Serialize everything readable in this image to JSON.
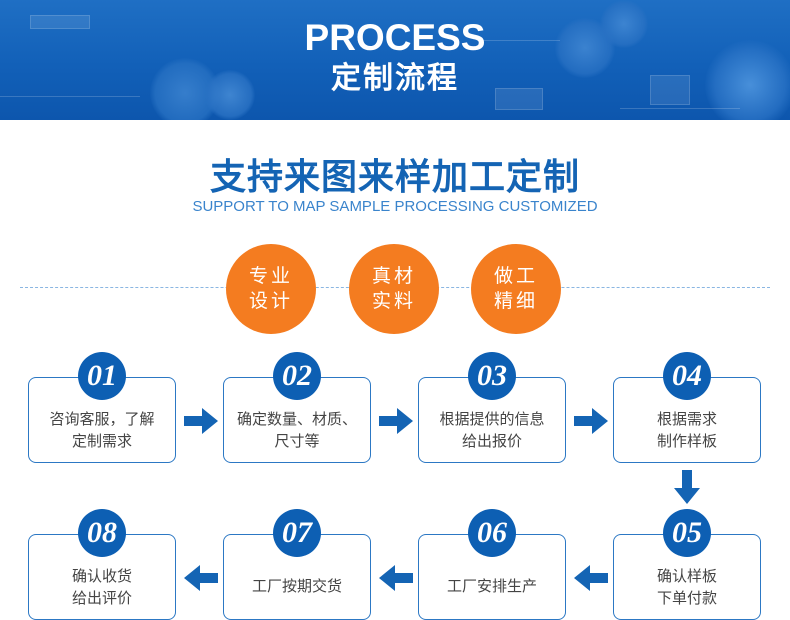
{
  "banner": {
    "title": "PROCESS",
    "subtitle": "定制流程"
  },
  "headline": {
    "title": "支持来图来样加工定制",
    "subtitle": "SUPPORT TO MAP SAMPLE PROCESSING CUSTOMIZED"
  },
  "features": [
    {
      "line1": "专业",
      "line2": "设计"
    },
    {
      "line1": "真材",
      "line2": "实料"
    },
    {
      "line1": "做工",
      "line2": "精细"
    }
  ],
  "steps": [
    {
      "num": "01",
      "line1": "咨询客服，了解",
      "line2": "定制需求"
    },
    {
      "num": "02",
      "line1": "确定数量、材质、",
      "line2": "尺寸等"
    },
    {
      "num": "03",
      "line1": "根据提供的信息",
      "line2": "给出报价"
    },
    {
      "num": "04",
      "line1": "根据需求",
      "line2": "制作样板"
    },
    {
      "num": "05",
      "line1": "确认样板",
      "line2": "下单付款"
    },
    {
      "num": "06",
      "line1": "工厂安排生产",
      "line2": ""
    },
    {
      "num": "07",
      "line1": "工厂按期交货",
      "line2": ""
    },
    {
      "num": "08",
      "line1": "确认收货",
      "line2": "给出评价"
    }
  ],
  "colors": {
    "primary_blue": "#1464b4",
    "number_blue": "#0d5fb3",
    "orange": "#f47c20",
    "text_gray": "#444444"
  },
  "icons": {
    "flow_arrow": "arrow-icon"
  }
}
